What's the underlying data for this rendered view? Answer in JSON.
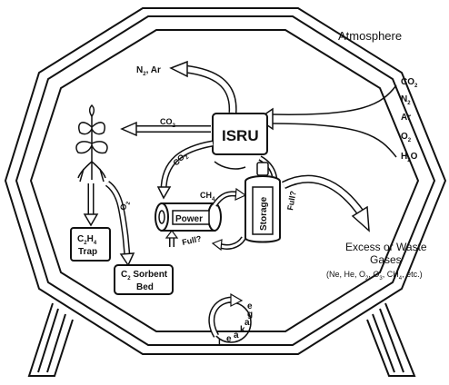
{
  "atmosphere": {
    "title": "Atmosphere",
    "gases": [
      "CO",
      "N",
      "Ar",
      "O",
      "H O"
    ],
    "gases_subscripts": [
      "2",
      "2",
      "",
      "2",
      "2"
    ]
  },
  "habitat": {
    "isru": "ISRU",
    "storage": "Storage",
    "power": "Power",
    "trap": [
      "C H",
      "Trap"
    ],
    "trap_subscripts": [
      "2",
      "4"
    ],
    "sorbent": [
      "C  Sorbent",
      "Bed"
    ],
    "sorbent_subscript": "2"
  },
  "flows": {
    "n2_ar": "N , Ar",
    "n2_sub": "2",
    "co2_top": "CO",
    "co2_top_sub": "2",
    "co2_loop": "CO",
    "co2_loop_sub": "2",
    "ch4": "CH",
    "ch4_sub": "4",
    "o2_side": "O",
    "o2_side_sub": "2",
    "full_power": "Full?",
    "full_storage": "Full?",
    "leakage": [
      "L",
      "e",
      "a",
      "k",
      "a",
      "g",
      "e"
    ]
  },
  "waste": {
    "title_lines": [
      "Excess or Waste",
      "Gases"
    ],
    "list": "(Ne, He, O , O , CH , etc.)"
  }
}
